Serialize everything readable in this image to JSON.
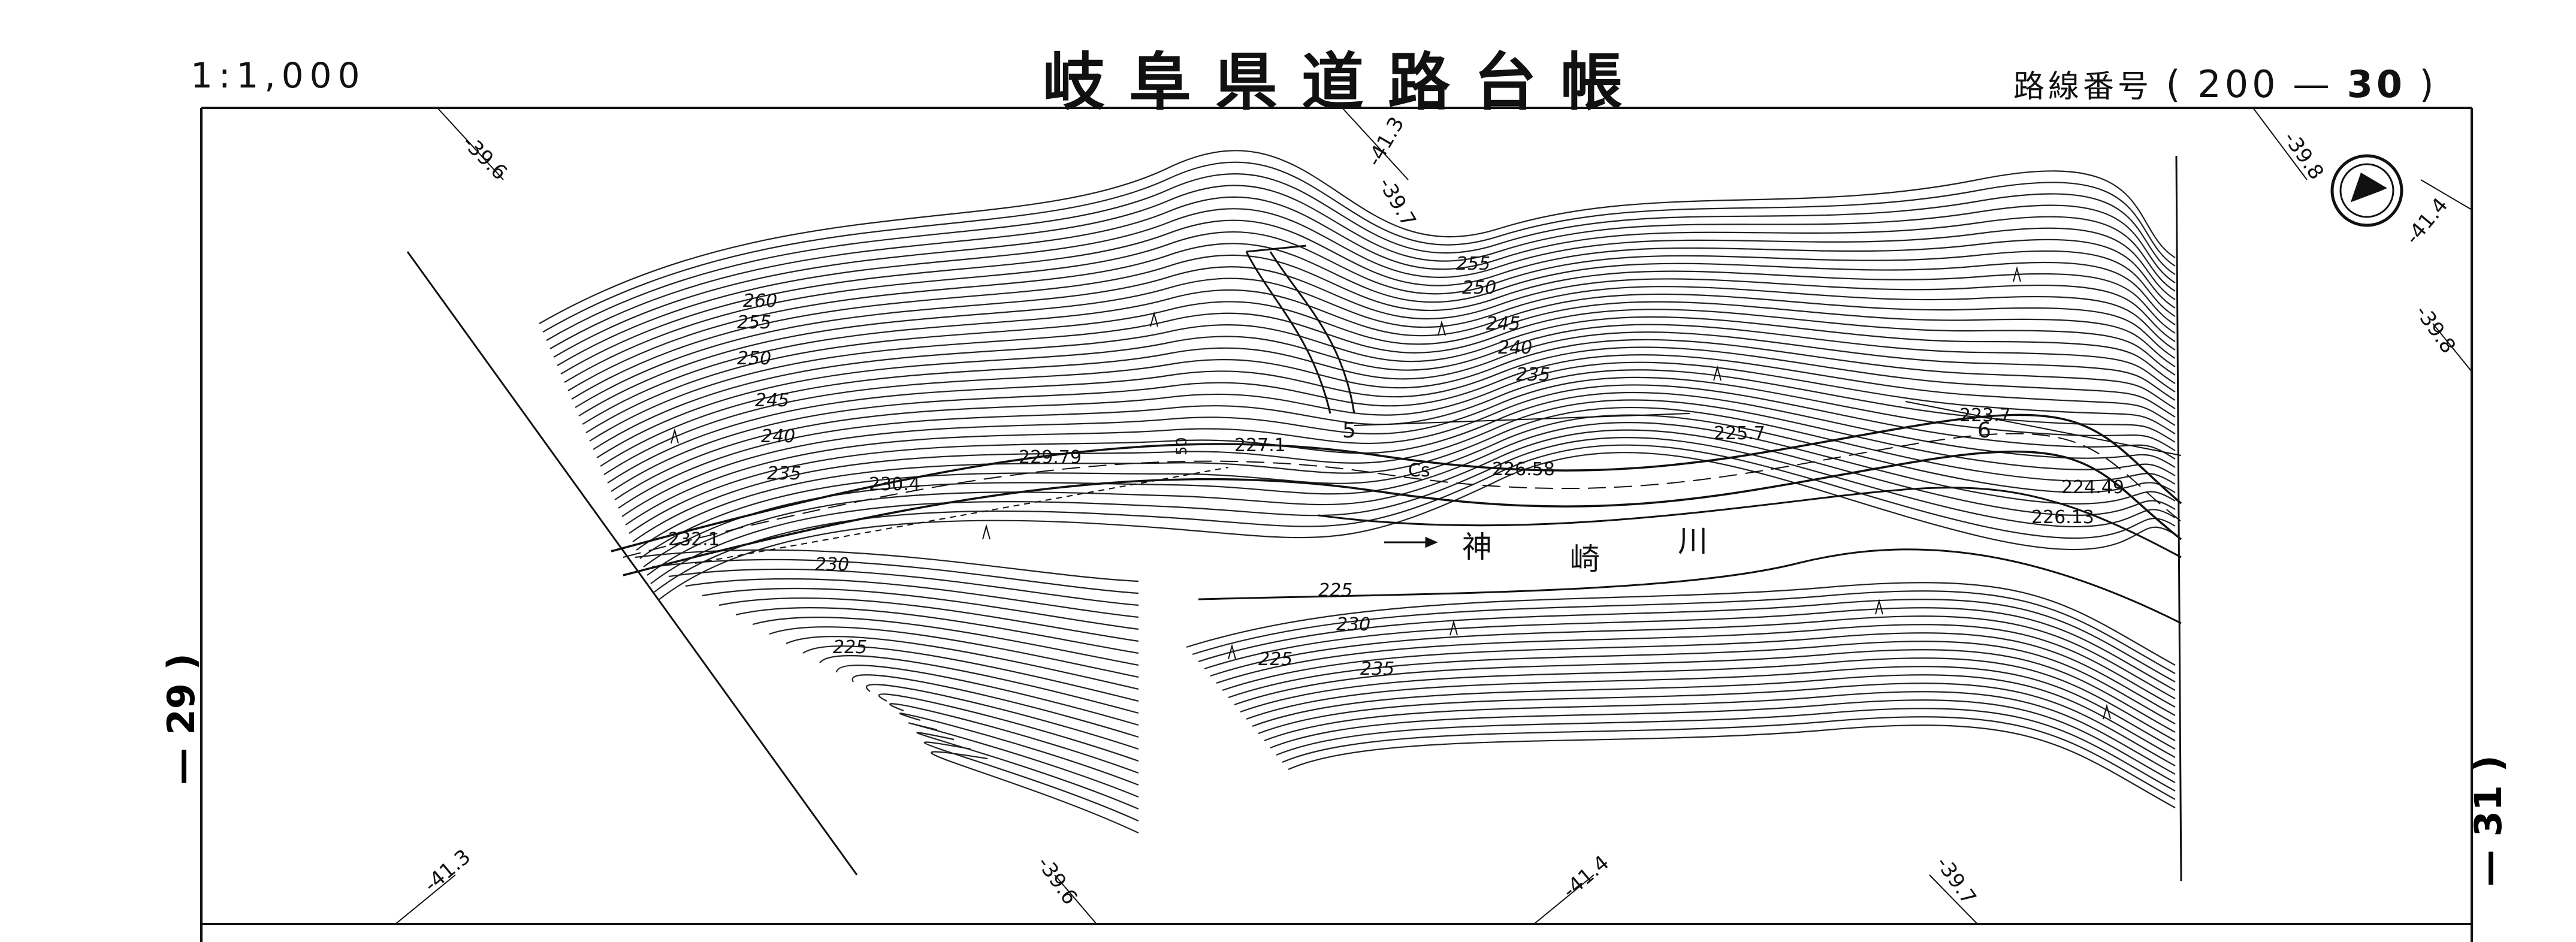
{
  "header": {
    "scale": "1:1,000",
    "title": "岐阜県道路台帳",
    "route_label": "路線番号",
    "route_open": "(",
    "route_prefix": "200",
    "route_dash": "—",
    "route_number": "30",
    "route_close": ")"
  },
  "sheet_refs": {
    "left": "— 29 )",
    "right": "— 31 )"
  },
  "grid_labels": {
    "top": [
      "-39.6",
      "-41.3",
      "-39.7",
      "-39.8",
      "-41.4",
      "-39.8"
    ],
    "bottom": [
      "-41.3",
      "-39.6",
      "-41.4",
      "-39.7"
    ]
  },
  "contour_labels": [
    "260",
    "255",
    "250",
    "245",
    "240",
    "235",
    "255",
    "250",
    "245",
    "240",
    "235",
    "230",
    "225",
    "230",
    "225",
    "235",
    "225"
  ],
  "spot_heights": [
    "232.1",
    "230.4",
    "229.79",
    "227.1",
    "226.58",
    "225.7",
    "223.7",
    "224.49",
    "226.13"
  ],
  "road_labels": {
    "station_5": "5",
    "station_6": "6",
    "width_mark": "50",
    "culvert": "Cs"
  },
  "river_name": [
    "神",
    "崎",
    "川"
  ],
  "colors": {
    "ink": "#111111",
    "paper": "#ffffff"
  },
  "icons": {
    "north_arrow": "north-arrow-icon"
  }
}
